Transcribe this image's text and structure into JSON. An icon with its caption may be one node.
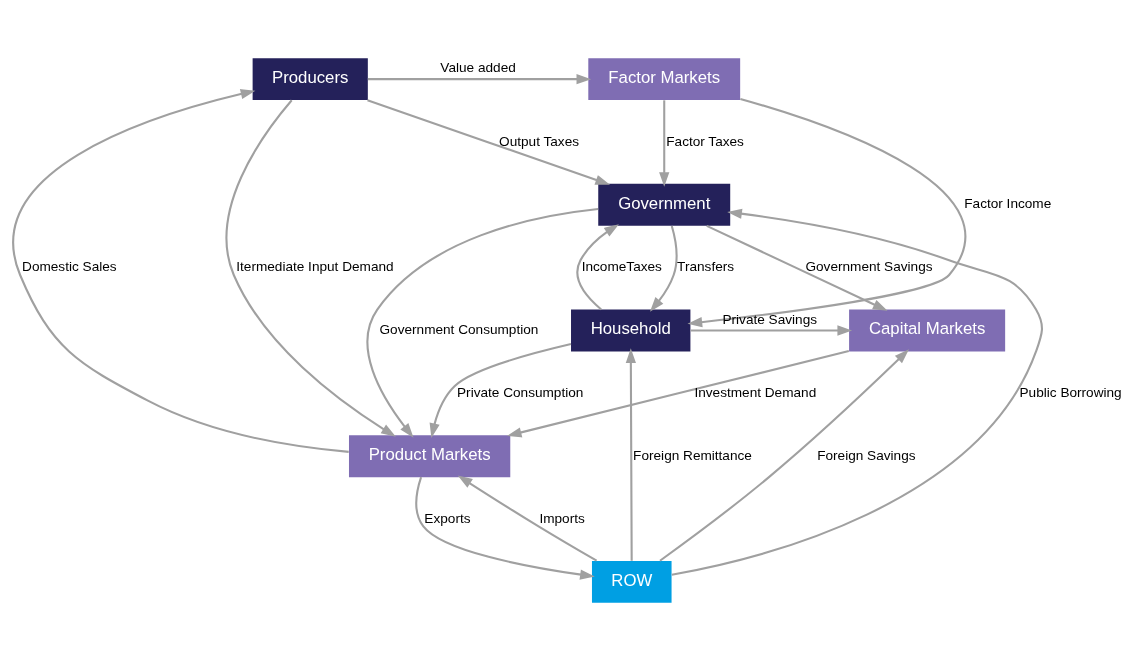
{
  "diagram": {
    "nodes": [
      {
        "text": [
          "Producers"
        ]
      },
      {
        "text": [
          "Factor Markets"
        ]
      },
      {
        "text": [
          "Government"
        ]
      },
      {
        "text": [
          "Household"
        ]
      },
      {
        "text": [
          "Capital Markets"
        ]
      },
      {
        "text": [
          "Product Markets"
        ]
      },
      {
        "text": [
          "ROW"
        ]
      }
    ],
    "edges": [
      {
        "from": 0,
        "to": 1,
        "arrow": "to",
        "label": "Value added"
      },
      {
        "from": 0,
        "to": 2,
        "arrow": "to",
        "label": "Output Taxes"
      },
      {
        "from": 1,
        "to": 2,
        "arrow": "to",
        "label": "Factor Taxes"
      },
      {
        "from": 1,
        "to": 3,
        "arrow": "to",
        "label": "Factor Income"
      },
      {
        "from": 2,
        "to": 4,
        "arrow": "to",
        "label": "Government Savings"
      },
      {
        "from": 3,
        "to": 2,
        "arrow": "to",
        "label": "IncomeTaxes"
      },
      {
        "from": 2,
        "to": 3,
        "arrow": "to",
        "label": "Transfers"
      },
      {
        "from": 3,
        "to": 4,
        "arrow": "to",
        "label": "Private Savings"
      },
      {
        "from": 2,
        "to": 5,
        "arrow": "to",
        "label": "Government Consumption"
      },
      {
        "from": 3,
        "to": 5,
        "arrow": "to",
        "label": "Private Consumption"
      },
      {
        "from": 5,
        "to": 0,
        "arrow": "to",
        "label": "Domestic Sales"
      },
      {
        "from": 0,
        "to": 5,
        "arrow": "to",
        "label": "Itermediate Input Demand"
      },
      {
        "from": 4,
        "to": 5,
        "arrow": "to",
        "label": "Investment Demand"
      },
      {
        "from": 5,
        "to": 6,
        "arrow": "to",
        "label": "Exports"
      },
      {
        "from": 6,
        "to": 5,
        "arrow": "to",
        "label": "Imports"
      },
      {
        "from": 6,
        "to": 2,
        "arrow": "to",
        "label": "Public Borrowing"
      },
      {
        "from": 6,
        "to": 3,
        "arrow": "to",
        "label": "Foreign Remittance"
      },
      {
        "from": 6,
        "to": 4,
        "arrow": "to",
        "label": "Foreign Savings"
      }
    ]
  }
}
